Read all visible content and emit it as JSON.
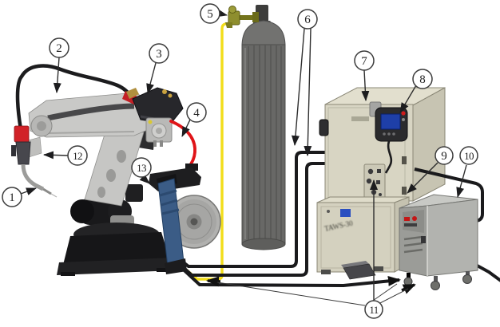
{
  "figure": {
    "callouts": [
      "1",
      "2",
      "3",
      "4",
      "5",
      "6",
      "7",
      "8",
      "9",
      "10",
      "11",
      "12",
      "13"
    ],
    "machine_label": "TAWS-30",
    "colors": {
      "gas_hose": "#f2dd1a",
      "torch_power_cable": "#e01418",
      "signal_cable": "#1a1a1c",
      "cabinet_front": "#d8d5c3",
      "cabinet_top": "#e2dfce",
      "cabinet_side": "#c7c4b2",
      "power_source_side": "#b2b3af",
      "power_source_front": "#9b9c98",
      "feeder_stand_blue": "#3b5c86",
      "pendant_screen": "#1e3fa8",
      "cylinder_body": "#686866",
      "regulator_olive": "#8e8e2e",
      "robot_gray": "#c9c9c7",
      "robot_base_black": "#161618"
    }
  }
}
